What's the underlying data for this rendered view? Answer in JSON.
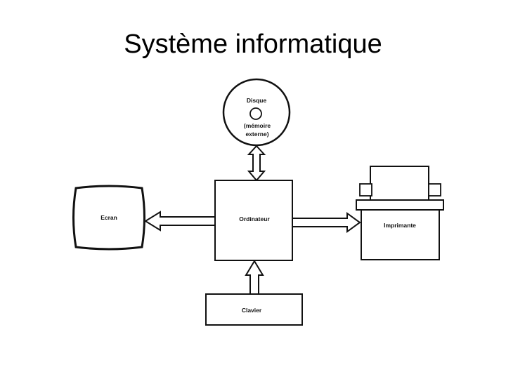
{
  "slide": {
    "title": "Système informatique"
  },
  "diagram": {
    "nodes": {
      "disk": {
        "label": "Disque",
        "sublabel_line1": "(mémoire",
        "sublabel_line2": "externe)"
      },
      "computer": {
        "label": "Ordinateur"
      },
      "screen": {
        "label": "Ecran"
      },
      "printer": {
        "label": "Imprimante"
      },
      "keyboard": {
        "label": "Clavier"
      }
    },
    "links": [
      {
        "from": "disk",
        "to": "computer",
        "direction": "both"
      },
      {
        "from": "computer",
        "to": "screen",
        "direction": "to"
      },
      {
        "from": "computer",
        "to": "printer",
        "direction": "to"
      },
      {
        "from": "keyboard",
        "to": "computer",
        "direction": "to"
      }
    ]
  }
}
